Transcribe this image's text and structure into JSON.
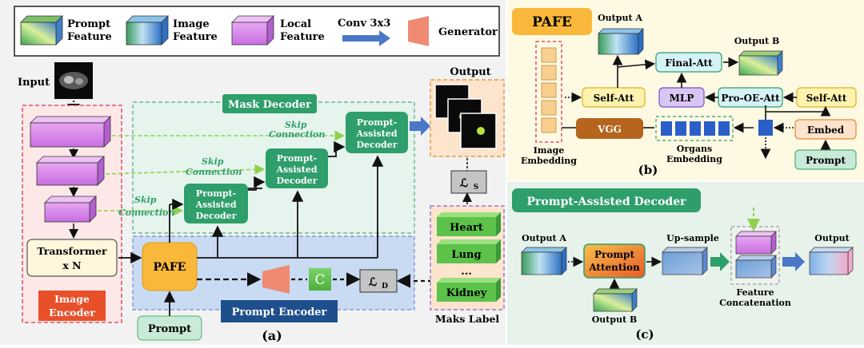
{
  "legend": {
    "prompt_feature": [
      "Prompt",
      "Feature"
    ],
    "image_feature": [
      "Image",
      "Feature"
    ],
    "local_feature": [
      "Local",
      "Feature"
    ],
    "conv": "Conv 3x3",
    "generator": "Generator"
  },
  "panel_a": {
    "input_label": "Input",
    "output_label": "Output",
    "mask_decoder": "Mask Decoder",
    "skip": [
      "Skip",
      "Connection"
    ],
    "pad": [
      "Prompt-",
      "Assisted",
      "Decoder"
    ],
    "transformer": [
      "Transformer",
      "x N"
    ],
    "image_encoder": [
      "Image",
      "Encoder"
    ],
    "pafe": "PAFE",
    "prompt_encoder": "Prompt Encoder",
    "prompt": "Prompt",
    "c_box": "C",
    "loss_d": "ℒ",
    "loss_d_sub": "D",
    "loss_s": "ℒ",
    "loss_s_sub": "S",
    "labels": [
      "Heart",
      "Lung",
      "...",
      "Kidney"
    ],
    "maks_label": "Maks Label",
    "caption": "(a)"
  },
  "panel_b": {
    "title": "PAFE",
    "output_a": "Output A",
    "output_b": "Output B",
    "final_att": "Final-Att",
    "self_att": "Self-Att",
    "mlp": "MLP",
    "pro_oe_att": "Pro-OE-Att",
    "self_att2": "Self-Att",
    "vgg": "VGG",
    "embed": "Embed",
    "prompt": "Prompt",
    "image_embedding": [
      "Image",
      "Embedding"
    ],
    "organs_embedding": [
      "Organs",
      "Embedding"
    ],
    "caption": "(b)"
  },
  "panel_c": {
    "title": "Prompt-Assisted Decoder",
    "output_a": "Output A",
    "prompt_attention": [
      "Prompt",
      "Attention"
    ],
    "up_sample": "Up-sample",
    "output": "Output",
    "output_b": "Output B",
    "feature_concat": [
      "Feature",
      "Concatenation"
    ],
    "caption": "(c)"
  },
  "colors": {
    "green": "#2e9e6b",
    "orange": "#f9b83a",
    "navy": "#1f4e8c",
    "red": "#e8502a",
    "prompt": "#c9ead7"
  }
}
